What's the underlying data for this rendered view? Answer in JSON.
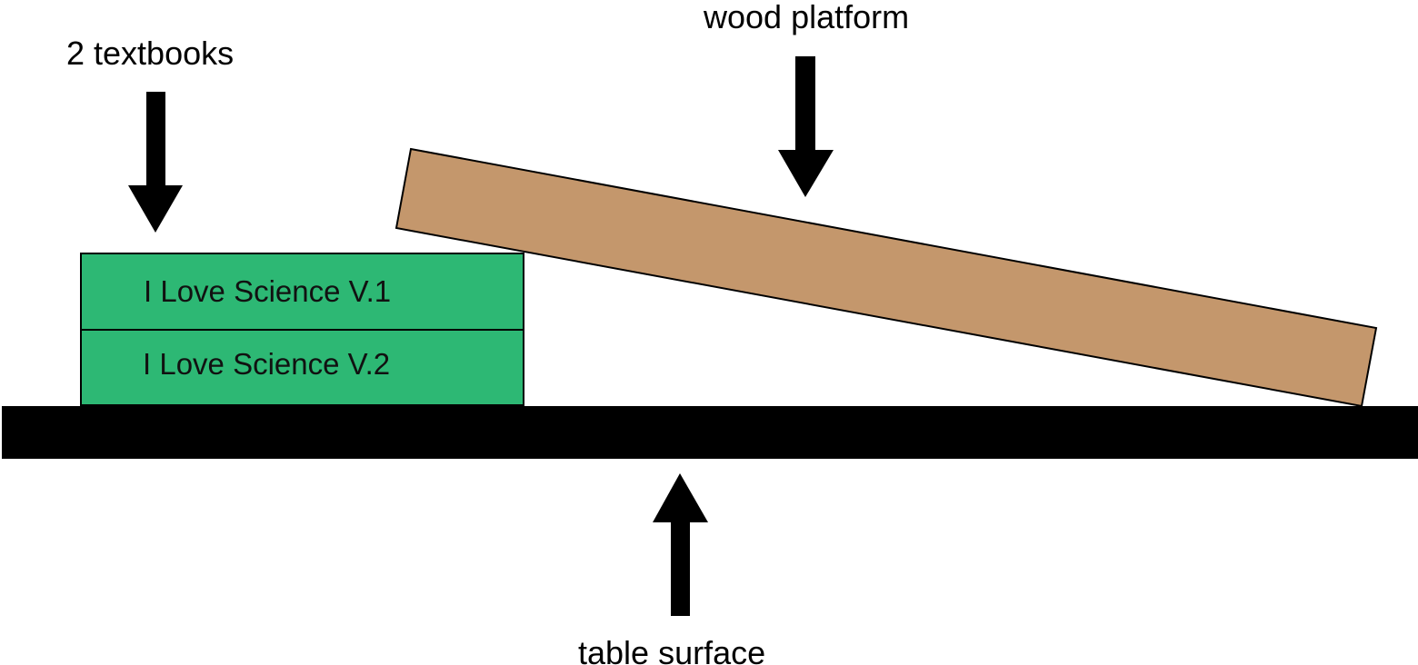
{
  "labels": {
    "textbooks": "2 textbooks",
    "platform": "wood platform",
    "table": "table surface"
  },
  "books": [
    {
      "title": "I Love Science V.1"
    },
    {
      "title": "I Love Science V.2"
    }
  ],
  "colors": {
    "book_fill": "#2db874",
    "wood_fill": "#c4976c",
    "table_fill": "#000000",
    "arrow_fill": "#000000",
    "outline": "#000000"
  },
  "icons": {
    "textbooks_arrow": "arrow-down-icon",
    "platform_arrow": "arrow-down-icon",
    "table_arrow": "arrow-up-icon"
  }
}
